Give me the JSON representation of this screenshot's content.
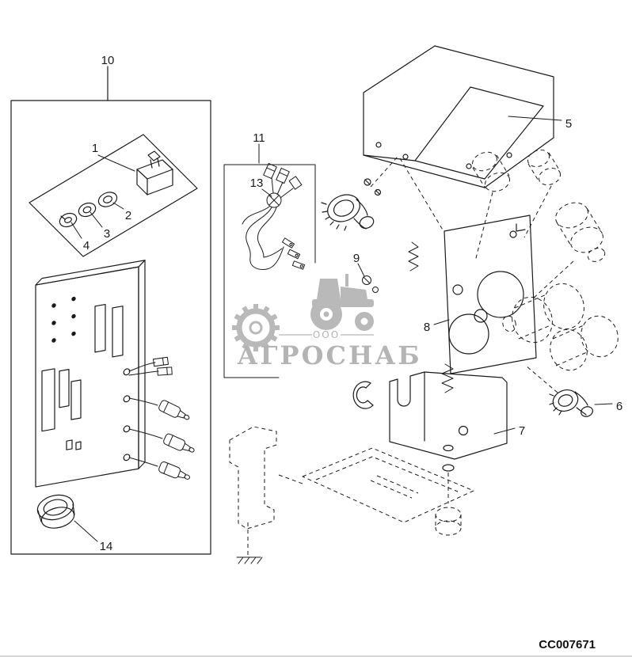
{
  "diagram": {
    "part_code": "CC007671",
    "callouts": {
      "c1": "1",
      "c2": "2",
      "c3": "3",
      "c4": "4",
      "c5": "5",
      "c6": "6",
      "c7": "7",
      "c8": "8",
      "c9": "9",
      "c10": "10",
      "c11": "11",
      "c13": "13",
      "c14": "14"
    },
    "watermark": {
      "org_form": "ООО",
      "org_name": "АГРОСНАБ"
    }
  }
}
